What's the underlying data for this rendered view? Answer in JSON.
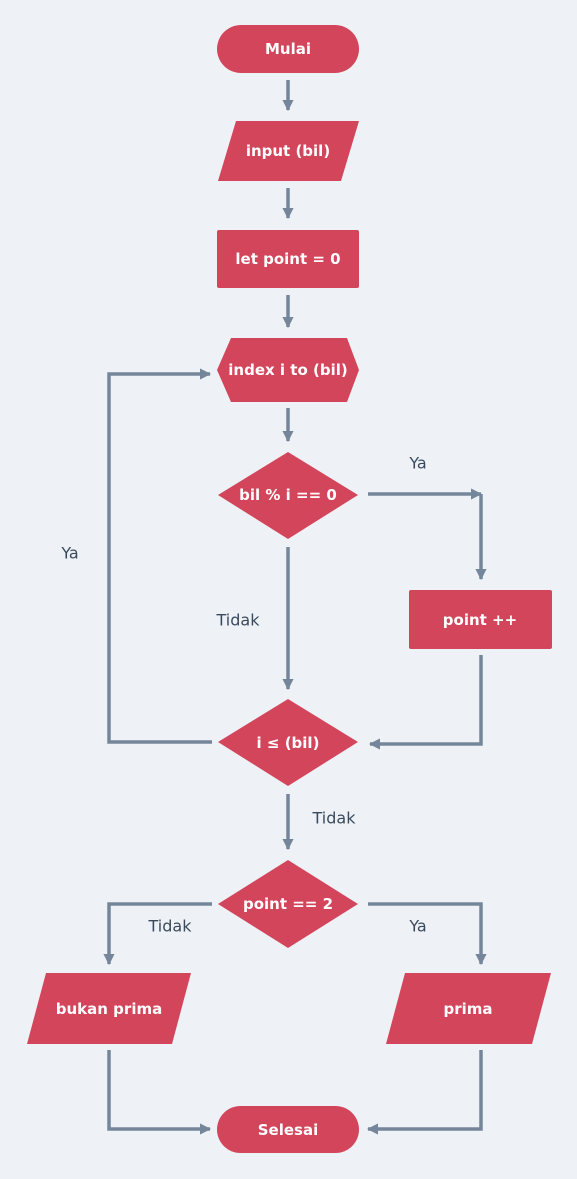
{
  "colors": {
    "background": "#eef2f7",
    "node_fill": "#d3455b",
    "node_text": "#ffffff",
    "edge": "#75869a",
    "edge_label": "#3a4a5c"
  },
  "nodes": {
    "start": {
      "label": "Mulai",
      "shape": "terminator"
    },
    "input": {
      "label": "input (bil)",
      "shape": "parallelogram"
    },
    "init": {
      "label": "let point = 0",
      "shape": "process"
    },
    "loop": {
      "label": "index i to (bil)",
      "shape": "hexagon"
    },
    "mod_check": {
      "label": "bil % i == 0",
      "shape": "decision"
    },
    "increment": {
      "label": "point ++",
      "shape": "process"
    },
    "loop_check": {
      "label": "i ≤ (bil)",
      "shape": "decision"
    },
    "point_check": {
      "label": "point == 2",
      "shape": "decision"
    },
    "not_prime": {
      "label": "bukan prima",
      "shape": "parallelogram"
    },
    "prime": {
      "label": "prima",
      "shape": "parallelogram"
    },
    "end": {
      "label": "Selesai",
      "shape": "terminator"
    }
  },
  "edges": {
    "mod_yes": "Ya",
    "mod_no": "Tidak",
    "loop_yes": "Ya",
    "loop_no": "Tidak",
    "point_no": "Tidak",
    "point_yes": "Ya"
  }
}
